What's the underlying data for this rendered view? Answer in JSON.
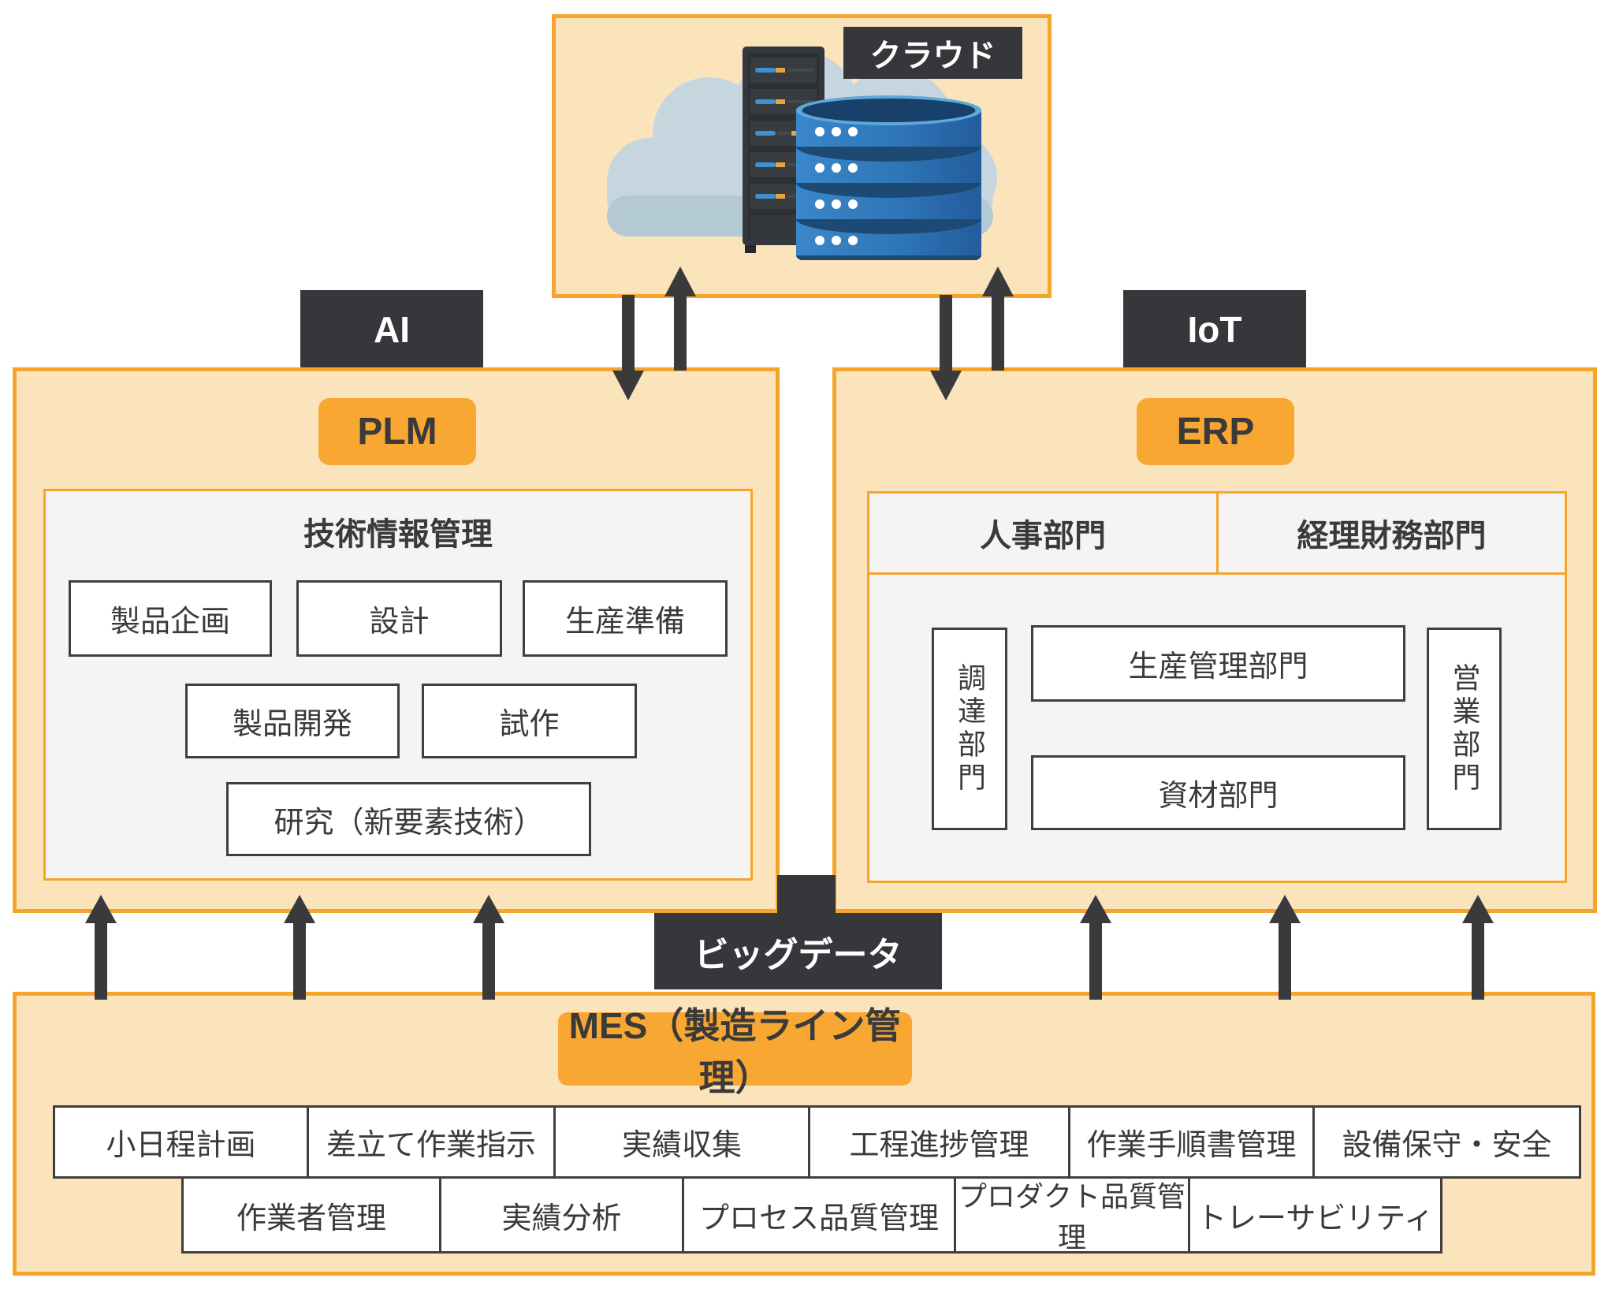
{
  "palette": {
    "border_orange": "#F5A42C",
    "fill_light_orange": "#FBE4BC",
    "label_orange": "#F9A733",
    "dark": "#35373A",
    "panel_gray": "#F4F4F2",
    "cell_border": "#3F3F3F",
    "text_dark": "#3A3A3A",
    "arrow": "#3A3A3C",
    "cloud_blue": "#C6D6DE",
    "db_blue": "#2E76B8"
  },
  "cloud": {
    "label": "クラウド"
  },
  "tags": {
    "ai": "AI",
    "iot": "IoT",
    "bigdata": "ビッグデータ"
  },
  "plm": {
    "label": "PLM",
    "panel_title": "技術情報管理",
    "items": [
      "製品企画",
      "設計",
      "生産準備",
      "製品開発",
      "試作",
      "研究（新要素技術）"
    ]
  },
  "erp": {
    "label": "ERP",
    "headers": [
      "人事部門",
      "経理財務部門"
    ],
    "vertical_departments": [
      "調達部門",
      "営業部門"
    ],
    "departments": [
      "生産管理部門",
      "資材部門"
    ]
  },
  "mes": {
    "label": "MES（製造ライン管理）",
    "row1": [
      "小日程計画",
      "差立て作業指示",
      "実績収集",
      "工程進捗管理",
      "作業手順書管理",
      "設備保守・安全"
    ],
    "row2": [
      "作業者管理",
      "実績分析",
      "プロセス品質管理",
      "プロダクト品質管理",
      "トレーサビリティ"
    ]
  }
}
